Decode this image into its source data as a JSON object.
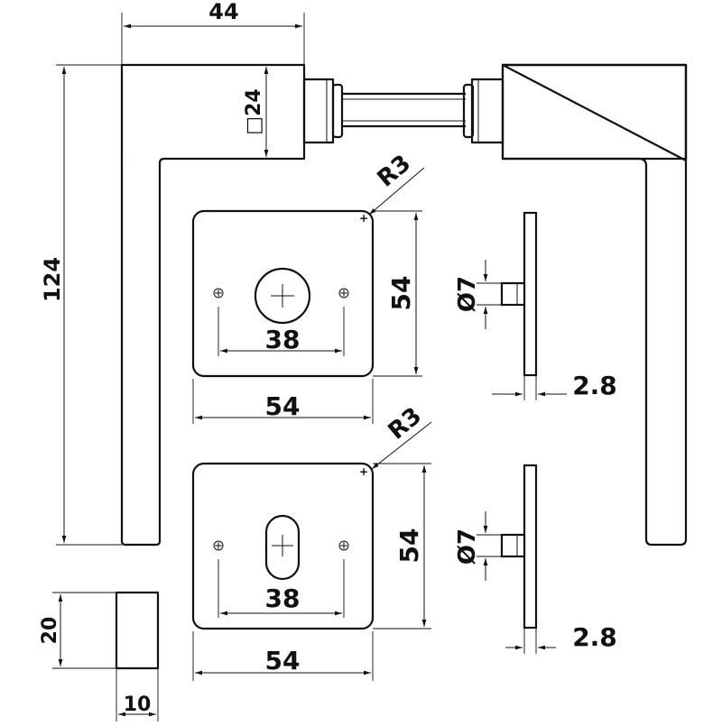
{
  "drawing": {
    "handle_width": "44",
    "handle_height": "124",
    "square_spindle": "□24",
    "rosette_corner_radius": "R3",
    "key_rose_corner_radius": "R3",
    "rosette_height": "54",
    "rosette_width": "54",
    "rosette_screw_spacing": "38",
    "key_rose_height": "54",
    "key_rose_width": "54",
    "key_rose_screw_spacing": "38",
    "rosette_pin_diameter": "Ø7",
    "key_rose_pin_diameter": "Ø7",
    "rosette_thickness": "2.8",
    "key_rose_thickness": "2.8",
    "section_height": "20",
    "section_width": "10"
  },
  "colors": {
    "line": "#111111",
    "background": "#ffffff"
  }
}
